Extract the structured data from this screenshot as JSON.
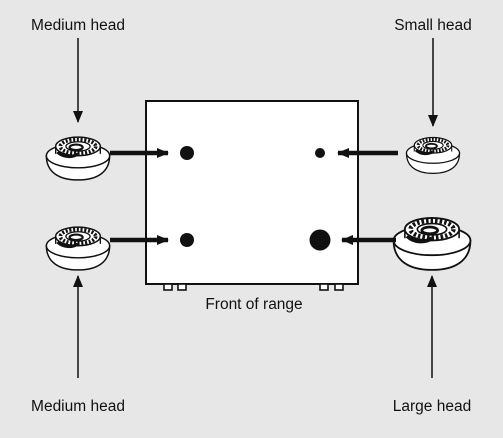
{
  "labels": {
    "top_left": "Medium head",
    "top_right": "Small head",
    "bottom_left": "Medium head",
    "bottom_right": "Large head",
    "front": "Front of range"
  },
  "burners": [
    {
      "name": "top-left",
      "head": "medium"
    },
    {
      "name": "top-right",
      "head": "small"
    },
    {
      "name": "bottom-left",
      "head": "medium"
    },
    {
      "name": "bottom-right",
      "head": "large"
    }
  ],
  "colors": {
    "background": "#e7e7e7",
    "cooktop": "#ffffff",
    "ink": "#111111"
  }
}
